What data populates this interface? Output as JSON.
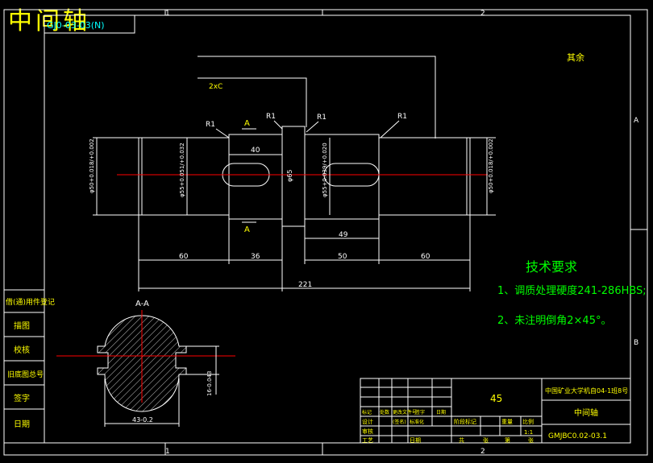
{
  "title_overlay": "中间轴",
  "drawing_code_box": "GJ0-03-03(N)",
  "zone_numbers": {
    "top_1": "1",
    "top_2": "2",
    "bottom_1": "1",
    "bottom_2": "2",
    "right_a": "A",
    "right_b": "B"
  },
  "surface_note": "其余",
  "shaft": {
    "chamfer": "2xC",
    "radii": [
      "R1",
      "R1",
      "R1",
      "R1"
    ],
    "section_mark_top": "A",
    "section_mark_bottom": "A",
    "dim_keyway_len": "40",
    "dim_collar_dia": "φ65",
    "dim_left_journal": "φ50+0.018/+0.002",
    "dim_left_seat": "φ55+0.051/+0.032",
    "dim_right_seat": "φ55+0.039/+0.020",
    "dim_right_journal": "φ50+0.018/+0.002",
    "dim_keyway2_len": "49",
    "dim_seg": [
      "60",
      "36",
      "50",
      "60"
    ],
    "dim_total": "221"
  },
  "section": {
    "label": "A-A",
    "width_dim": "43-0.2",
    "key_dim": "16-0.043"
  },
  "tech_req": {
    "title": "技术要求",
    "item1": "1、调质处理硬度241-286HBS;",
    "item2": "2、未注明倒角2×45°。"
  },
  "left_block": [
    "借(通)用件登记",
    "描图",
    "校核",
    "旧底图总号",
    "签字",
    "日期"
  ],
  "title_block": {
    "material": "45",
    "company": "中国矿业大学机自04-1班8号",
    "part_name": "中间轴",
    "drawing_no": "GMJBC0.02-03.1",
    "row_labels1": [
      "标记",
      "处数",
      "更改文件号",
      "签字",
      "日期"
    ],
    "row_labels2": [
      "设计",
      "(签名)",
      "标准化"
    ],
    "row_labels3": [
      "审核"
    ],
    "row_labels4": [
      "工艺",
      "日期"
    ],
    "stage_labels": [
      "阶段标记",
      "重量",
      "比例"
    ],
    "scale": "1:1",
    "sheet_labels": [
      "共",
      "张",
      "第",
      "张"
    ]
  }
}
